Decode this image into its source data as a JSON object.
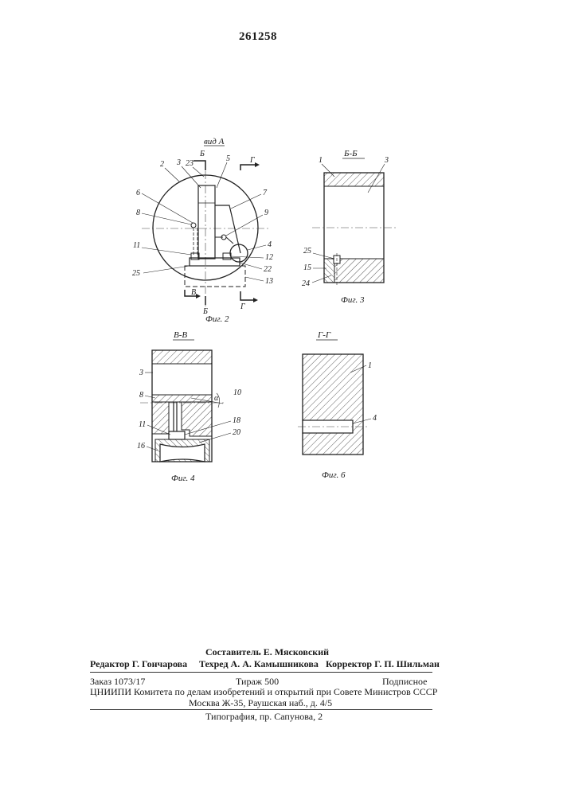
{
  "patent_number": "261258",
  "fig2": {
    "view_title": "вид А",
    "caption": "Фиг. 2",
    "section_marks": [
      "Б",
      "Г",
      "В",
      "Б",
      "Г"
    ],
    "labels": [
      "2",
      "3",
      "23",
      "5",
      "6",
      "7",
      "8",
      "9",
      "4",
      "11",
      "12",
      "22",
      "25",
      "13"
    ]
  },
  "fig3": {
    "section_title": "Б-Б",
    "caption": "Фиг. 3",
    "labels": [
      "1",
      "3",
      "25",
      "15",
      "24"
    ]
  },
  "fig4": {
    "section_title": "В-В",
    "caption": "Фиг. 4",
    "labels": [
      "3",
      "8",
      "10",
      "11",
      "18",
      "20",
      "16"
    ],
    "angle_symbol": "α"
  },
  "fig6": {
    "section_title": "Г-Г",
    "caption": "Фиг. 6",
    "labels": [
      "1",
      "4"
    ]
  },
  "imprint": {
    "compiler": "Составитель Е. Мясковский",
    "editor": "Редактор Г. Гончарова",
    "techred": "Техред А. А. Камышникова",
    "corrector": "Корректор Г. П. Шильман",
    "order": "Заказ 1073/17",
    "circulation": "Тираж 500",
    "subscription": "Подписное",
    "institute": "ЦНИИПИ Комитета по делам изобретений и открытий при Совете Министров СССР",
    "address": "Москва Ж-35, Раушская наб., д. 4/5",
    "printing": "Типография, пр. Сапунова, 2"
  }
}
